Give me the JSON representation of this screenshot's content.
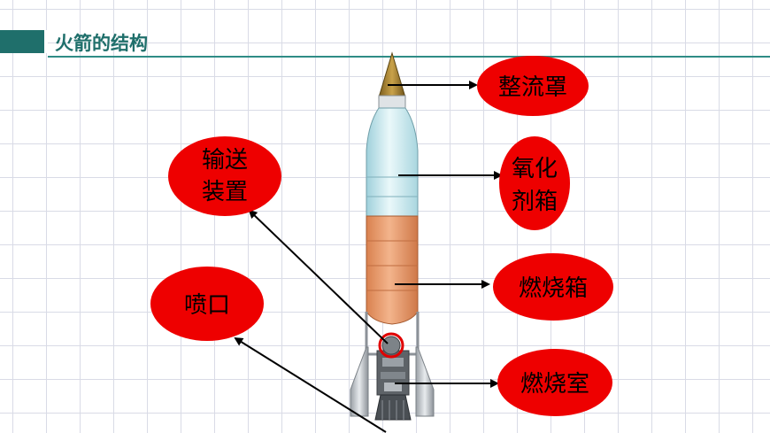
{
  "title": "火箭的结构",
  "labels": {
    "fairing": "整流罩",
    "oxidizer_line1": "氧化",
    "oxidizer_line2": "剂箱",
    "fuel_tank": "燃烧箱",
    "combustion": "燃烧室",
    "feed_line1": "输送",
    "feed_line2": "装置",
    "nozzle": "喷口"
  },
  "colors": {
    "bubble": "#ee0000",
    "header": "#1f6f6b",
    "fuel_tank": "#e39a6c",
    "oxidizer_tank": "#d4eef2",
    "nose_cone": "#9a7a2c"
  }
}
